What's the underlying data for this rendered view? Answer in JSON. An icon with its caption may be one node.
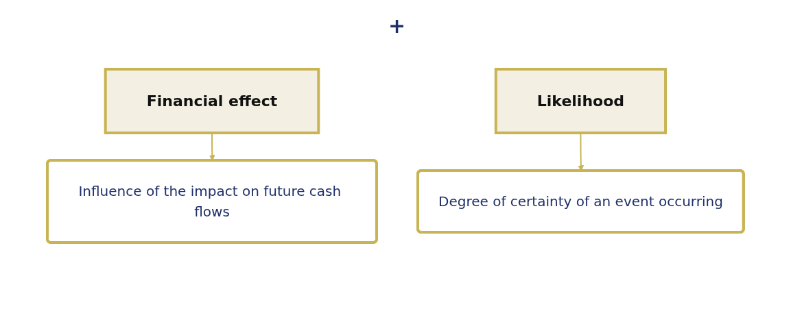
{
  "diagram": {
    "nodes": [
      {
        "text": [
          "Financial effect"
        ]
      },
      {
        "text": [
          "Likelihood"
        ]
      },
      {
        "text": [
          "Influence of the impact on future cash flows"
        ]
      },
      {
        "text": [
          "Degree of certainty of an event occurring"
        ]
      }
    ],
    "edges": [
      {
        "from": 0,
        "to": 2,
        "arrow": "to"
      },
      {
        "from": 1,
        "to": 3,
        "arrow": "to"
      }
    ],
    "labels": [
      "+"
    ]
  }
}
